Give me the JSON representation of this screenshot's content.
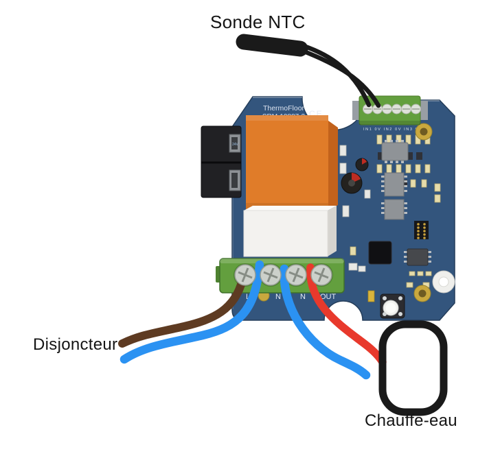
{
  "annotations": {
    "sonde_ntc": "Sonde NTC",
    "disjoncteur": "Disjoncteur",
    "chauffe_eau": "Chauffe-eau"
  },
  "pcb": {
    "brand": "ThermoFloor",
    "model": "SRM-19887-2",
    "ce_mark": "CE",
    "connector_marking": "24V",
    "input_terminals": "IN1 0V IN2 0V IN3 0V",
    "power_terminals": [
      "L",
      "N",
      "N",
      "OUT"
    ]
  },
  "colors": {
    "pcb_blue": "#33557d",
    "pcb_edge": "#243d5a",
    "relay_orange": "#e07c29",
    "relay_orange_side": "#c2621c",
    "relay_white": "#f3f2ef",
    "terminal_green": "#639f3e",
    "wire_brown": "#5e3b22",
    "wire_blue": "#2b92f2",
    "wire_red": "#e8392c",
    "wire_black": "#1a1a1a",
    "silkscreen": "#dbe3f0"
  }
}
